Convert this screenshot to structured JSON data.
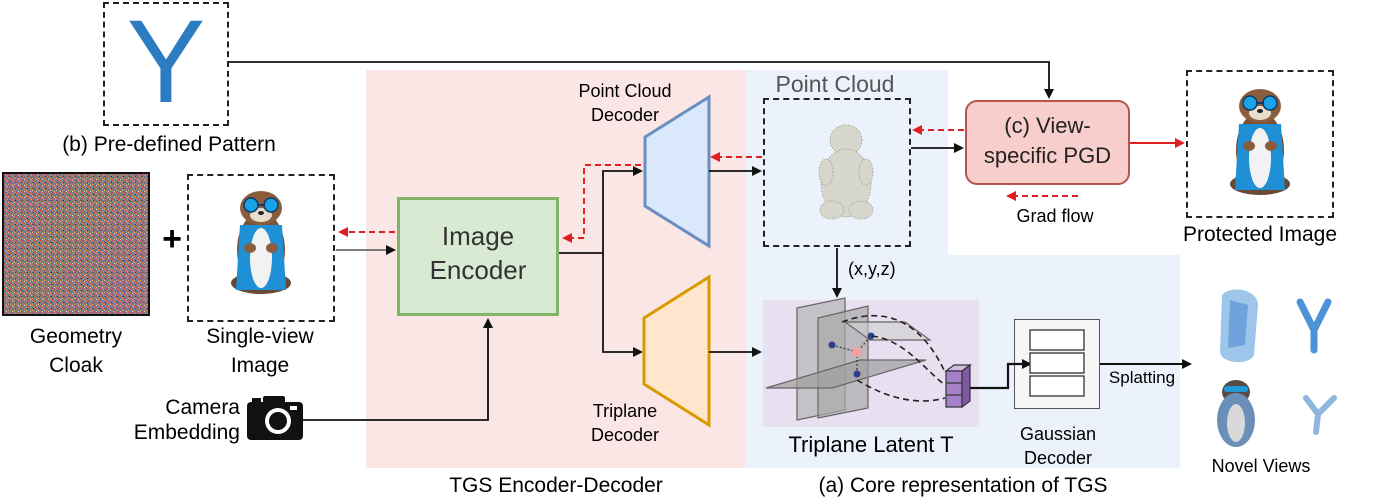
{
  "pattern": {
    "glyph": "Y",
    "caption": "(b) Pre-defined Pattern"
  },
  "inputs": {
    "cloak_caption_line1": "Geometry",
    "cloak_caption_line2": "Cloak",
    "plus": "+",
    "single_view_line1": "Single-view",
    "single_view_line2": "Image",
    "camera_line1": "Camera",
    "camera_line2": "Embedding"
  },
  "encoder": {
    "image_encoder_line1": "Image",
    "image_encoder_line2": "Encoder",
    "point_cloud_decoder_line1": "Point Cloud",
    "point_cloud_decoder_line2": "Decoder",
    "triplane_decoder_line1": "Triplane",
    "triplane_decoder_line2": "Decoder",
    "region_caption": "TGS Encoder-Decoder"
  },
  "core": {
    "point_cloud_title": "Point Cloud",
    "xyz_label": "(x,y,z)",
    "triplane_caption": "Triplane Latent T",
    "gaussian_decoder_line1": "Gaussian",
    "gaussian_decoder_line2": "Decoder",
    "splatting_label": "Splatting",
    "novel_views_caption": "Novel Views",
    "region_caption": "(a) Core representation of TGS"
  },
  "pgd": {
    "box_line1": "(c) View-",
    "box_line2": "specific PGD",
    "grad_flow_label": "Grad flow",
    "protected_caption": "Protected Image"
  },
  "colors": {
    "encoder_region_bg": "#fbe6e6",
    "core_region_bg": "#ecf2fc",
    "image_encoder_fill": "#d9ead3",
    "image_encoder_border": "#82b366",
    "pc_decoder_fill": "#dae8fc",
    "pc_decoder_border": "#6c8ebf",
    "triplane_decoder_fill": "#ffe6cc",
    "triplane_decoder_border": "#d79b00",
    "pgd_fill": "#f8cecc",
    "pgd_border": "#b85450",
    "grad_arrow": "#e02020",
    "pattern_blue": "#2b7cc1",
    "triplane_bg": "#e8dff0"
  }
}
